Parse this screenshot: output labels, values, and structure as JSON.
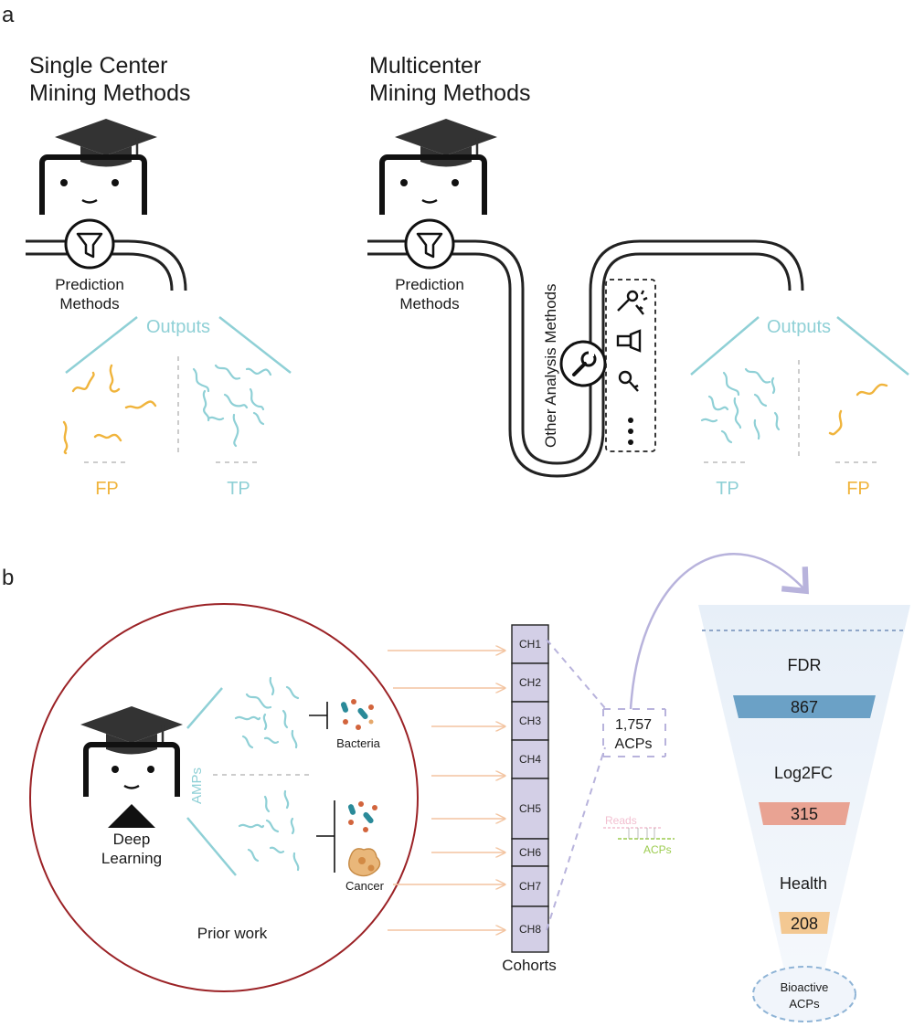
{
  "panel_a": {
    "letter": "a",
    "single": {
      "title_line1": "Single Center",
      "title_line2": "Mining Methods",
      "pred_line1": "Prediction",
      "pred_line2": "Methods",
      "outputs": "Outputs",
      "fp": "FP",
      "tp": "TP"
    },
    "multi": {
      "title_line1": "Multicenter",
      "title_line2": "Mining Methods",
      "pred_line1": "Prediction",
      "pred_line2": "Methods",
      "other_methods": "Other Analysis Methods",
      "outputs": "Outputs",
      "tp": "TP",
      "fp": "FP"
    }
  },
  "panel_b": {
    "letter": "b",
    "deep_line1": "Deep",
    "deep_line2": "Learning",
    "amps": "AMPs",
    "bacteria": "Bacteria",
    "cancer": "Cancer",
    "prior_work": "Prior work",
    "cohorts_label": "Cohorts",
    "cohorts": [
      "CH1",
      "CH2",
      "CH3",
      "CH4",
      "CH5",
      "CH6",
      "CH7",
      "CH8"
    ],
    "acp_count_line1": "1,757",
    "acp_count_line2": "ACPs",
    "reads": "Reads",
    "acps_small": "ACPs",
    "funnel": {
      "filter1": "FDR",
      "value1": "867",
      "filter2": "Log2FC",
      "value2": "315",
      "filter3": "Health",
      "value3": "208",
      "bottom_line1": "Bioactive",
      "bottom_line2": "ACPs"
    }
  },
  "colors": {
    "cyan": "#8fd0d6",
    "orange": "#f0b43c",
    "dark_red": "#9b2226",
    "lavender": "#d3cfe6",
    "blue_band": "#6ba1c6",
    "red_band": "#e9a393",
    "orange_band": "#f3c892"
  }
}
